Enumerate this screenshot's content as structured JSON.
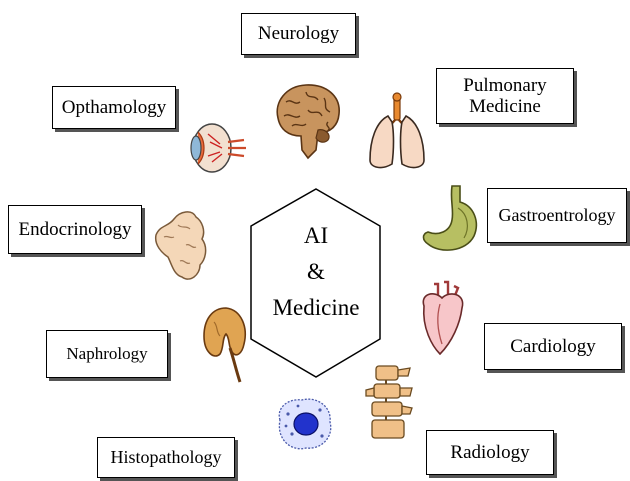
{
  "center": {
    "line1": "AI",
    "line2": "&",
    "line3": "Medicine"
  },
  "specialties": {
    "neurology": "Neurology",
    "pulmonary_line1": "Pulmonary",
    "pulmonary_line2": "Medicine",
    "opthamology": "Opthamology",
    "gastroentrology": "Gastroentrology",
    "endocrinology": "Endocrinology",
    "cardiology": "Cardiology",
    "naphrology": "Naphrology",
    "histopathology": "Histopathology",
    "radiology": "Radiology"
  },
  "illustrations": [
    "brain-icon",
    "lungs-icon",
    "eye-icon",
    "stomach-icon",
    "pancreas-icon",
    "heart-icon",
    "kidney-icon",
    "cell-icon",
    "spine-icon"
  ],
  "colors": {
    "brain": "#c8945e",
    "lungs": "#f7d9c4",
    "trachea": "#e8892f",
    "eye": "#e96a3a",
    "stomach": "#b7bf62",
    "pancreas": "#f4d7b8",
    "heart": "#f7c6c9",
    "kidney": "#e0a452",
    "cell_nucleus": "#2233cc",
    "spine": "#f0c088"
  }
}
